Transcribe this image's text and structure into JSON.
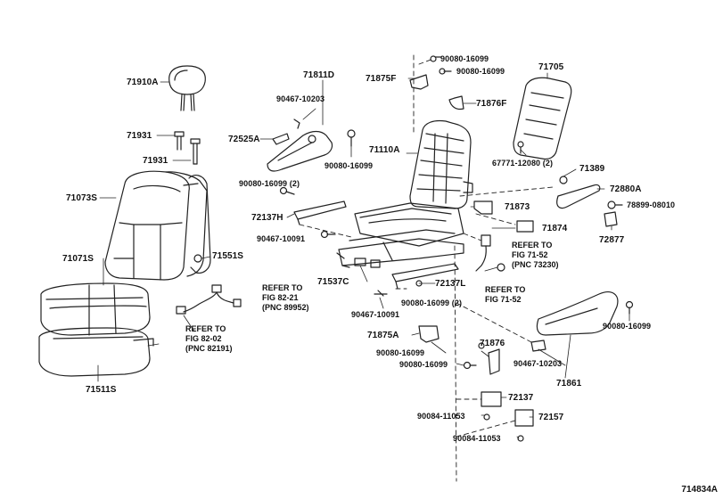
{
  "diagram_code": "714834A",
  "labels": {
    "p71910A": "71910A",
    "p71931a": "71931",
    "p71931b": "71931",
    "p71073S": "71073S",
    "p71071S": "71071S",
    "p71511S": "71511S",
    "p71551S": "71551S",
    "p71811D": "71811D",
    "p90467_10203a": "90467-10203",
    "p72525A": "72525A",
    "p90080_16099a": "90080-16099",
    "p90080_16099_2a": "90080-16099 (2)",
    "p72137H": "72137H",
    "p90467_10091a": "90467-10091",
    "p90080_16099t1": "90080-16099",
    "p90080_16099t2": "90080-16099",
    "p71875F": "71875F",
    "p71876F": "71876F",
    "p71110A": "71110A",
    "p71705": "71705",
    "p67771": "67771-12080 (2)",
    "p71389": "71389",
    "p72880A": "72880A",
    "p78899": "78899-08010",
    "p72877": "72877",
    "p71873": "71873",
    "p71874": "71874",
    "p71537C": "71537C",
    "p72137L": "72137L",
    "p90080_16099_2b": "90080-16099 (2)",
    "p90467_10091b": "90467-10091",
    "p71875A": "71875A",
    "p90080_16099m1": "90080-16099",
    "p90080_16099m2": "90080-16099",
    "p71876": "71876",
    "p72137": "72137",
    "p90084_a": "90084-11053",
    "p72157": "72157",
    "p90084_b": "90084-11053",
    "p90467_10203b": "90467-10203",
    "p71861": "71861",
    "p90080_16099r": "90080-16099"
  },
  "refs": {
    "r1": {
      "l1": "REFER TO",
      "l2": "FIG  71-52",
      "l3": "(PNC 73230)"
    },
    "r2": {
      "l1": "REFER TO",
      "l2": "FIG  71-52"
    },
    "r3": {
      "l1": "REFER TO",
      "l2": "FIG  82-21",
      "l3": "(PNC 89952)"
    },
    "r4": {
      "l1": "REFER TO",
      "l2": "FIG  82-02",
      "l3": "(PNC 82191)"
    }
  }
}
